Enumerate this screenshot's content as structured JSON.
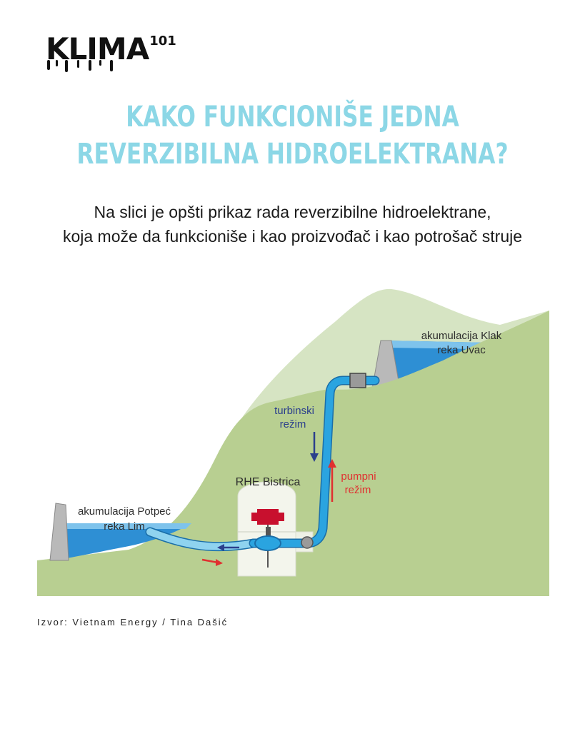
{
  "logo": {
    "text": "KLIMA",
    "superscript": "101"
  },
  "title": {
    "line1": "KAKO FUNKCIONIŠE JEDNA",
    "line2": "REVERZIBILNA HIDROELEKTRANA?"
  },
  "subtitle": {
    "line1": "Na slici je opšti prikaz rada reverzibilne hidroelektrane,",
    "line2": "koja može da funkcioniše i kao proizvođač i kao potrošač struje"
  },
  "diagram": {
    "upper_reservoir": {
      "line1": "akumulacija Klak",
      "line2": "reka Uvac"
    },
    "lower_reservoir": {
      "line1": "akumulacija Potpeć",
      "line2": "reka Lim"
    },
    "plant": "RHE Bistrica",
    "turbine_mode": {
      "line1": "turbinski",
      "line2": "režim"
    },
    "pump_mode": {
      "line1": "pumpni",
      "line2": "režim"
    }
  },
  "source": "Izvor: Vietnam Energy / Tina Dašić",
  "colors": {
    "title": "#8cd7e6",
    "hill_back": "#d6e4c3",
    "hill_front": "#b8cf91",
    "water": "#2e8fd4",
    "pipe": "#2aa4e0",
    "turbine_arrow": "#2b3f8c",
    "pump_arrow": "#e03030"
  }
}
